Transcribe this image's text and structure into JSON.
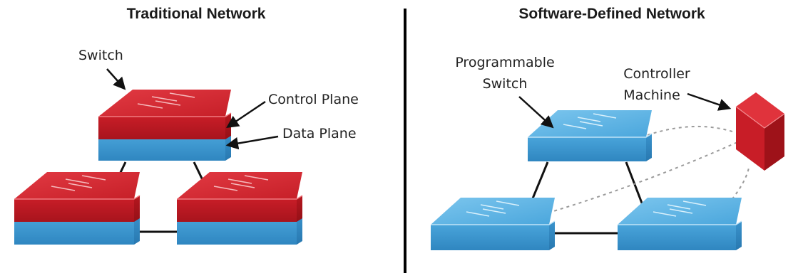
{
  "titles": {
    "traditional": "Traditional Network",
    "sdn": "Software-Defined Network"
  },
  "labels": {
    "switch": "Switch",
    "control_plane": "Control Plane",
    "data_plane": "Data Plane",
    "programmable_switch_line1": "Programmable",
    "programmable_switch_line2": "Switch",
    "controller_line1": "Controller",
    "controller_line2": "Machine"
  },
  "colors": {
    "control_red": "#d8262f",
    "data_blue": "#4aa6dc",
    "divider": "#000000",
    "dashed_link": "#9a9a9a"
  },
  "icons": {
    "switch": "switch-icon",
    "controller": "server-icon",
    "arrows": "bidirectional-arrows-icon"
  }
}
